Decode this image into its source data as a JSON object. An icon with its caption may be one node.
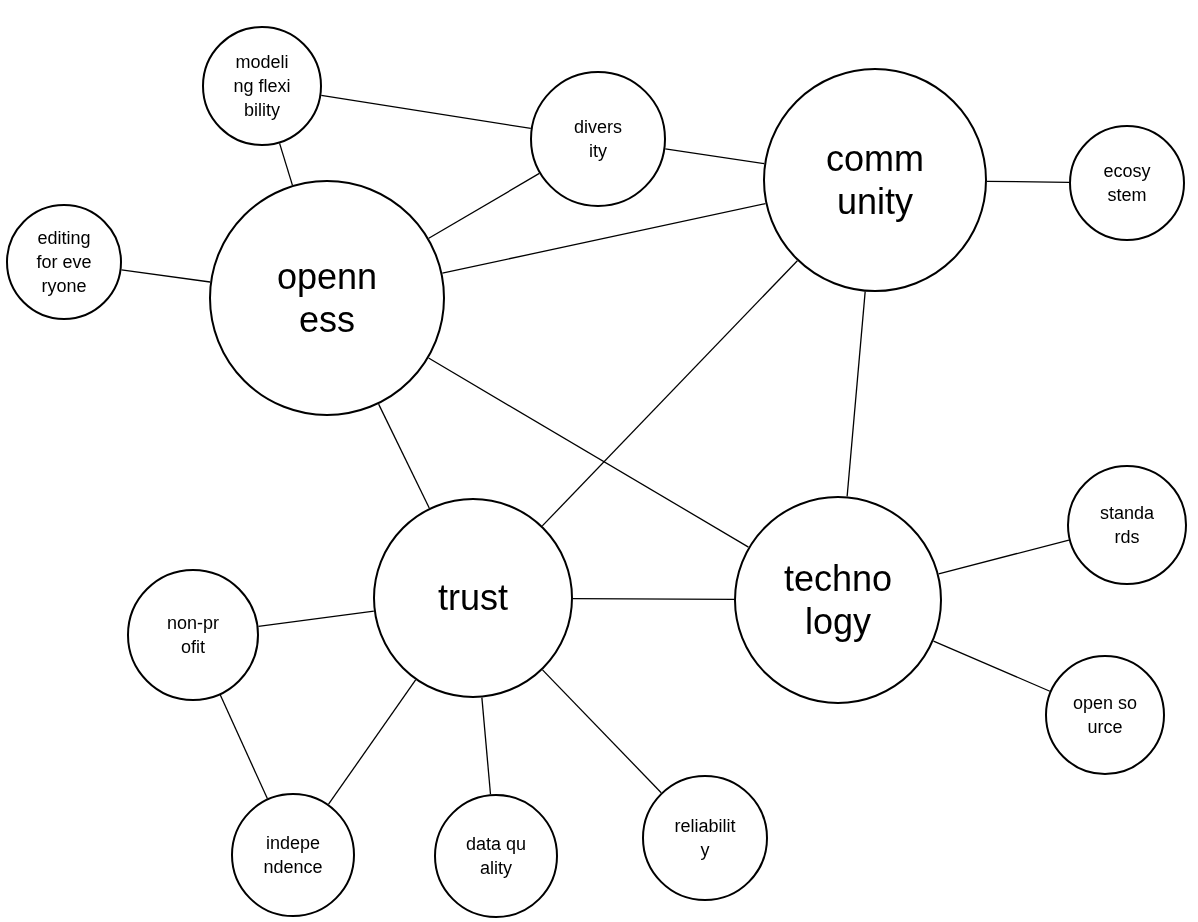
{
  "diagram": {
    "nodes": [
      {
        "text": [
          "modeling flexibility"
        ]
      },
      {
        "text": [
          "diversity"
        ]
      },
      {
        "text": [
          "community"
        ]
      },
      {
        "text": [
          "ecosystem"
        ]
      },
      {
        "text": [
          "editing for everyone"
        ]
      },
      {
        "text": [
          "openness"
        ]
      },
      {
        "text": [
          "standards"
        ]
      },
      {
        "text": [
          "non-profit"
        ]
      },
      {
        "text": [
          "trust"
        ]
      },
      {
        "text": [
          "technology"
        ]
      },
      {
        "text": [
          "open source"
        ]
      },
      {
        "text": [
          "independence"
        ]
      },
      {
        "text": [
          "data quality"
        ]
      },
      {
        "text": [
          "reliability"
        ]
      }
    ],
    "edges": [
      {
        "from": 0,
        "to": 1,
        "arrow": "none"
      },
      {
        "from": 0,
        "to": 5,
        "arrow": "none"
      },
      {
        "from": 1,
        "to": 5,
        "arrow": "none"
      },
      {
        "from": 1,
        "to": 2,
        "arrow": "none"
      },
      {
        "from": 2,
        "to": 3,
        "arrow": "none"
      },
      {
        "from": 4,
        "to": 5,
        "arrow": "none"
      },
      {
        "from": 5,
        "to": 2,
        "arrow": "none"
      },
      {
        "from": 5,
        "to": 8,
        "arrow": "none"
      },
      {
        "from": 5,
        "to": 9,
        "arrow": "none"
      },
      {
        "from": 2,
        "to": 8,
        "arrow": "none"
      },
      {
        "from": 2,
        "to": 9,
        "arrow": "none"
      },
      {
        "from": 8,
        "to": 9,
        "arrow": "none"
      },
      {
        "from": 9,
        "to": 6,
        "arrow": "none"
      },
      {
        "from": 9,
        "to": 10,
        "arrow": "none"
      },
      {
        "from": 7,
        "to": 8,
        "arrow": "none"
      },
      {
        "from": 7,
        "to": 11,
        "arrow": "none"
      },
      {
        "from": 11,
        "to": 8,
        "arrow": "none"
      },
      {
        "from": 8,
        "to": 12,
        "arrow": "none"
      },
      {
        "from": 8,
        "to": 13,
        "arrow": "none"
      }
    ]
  }
}
